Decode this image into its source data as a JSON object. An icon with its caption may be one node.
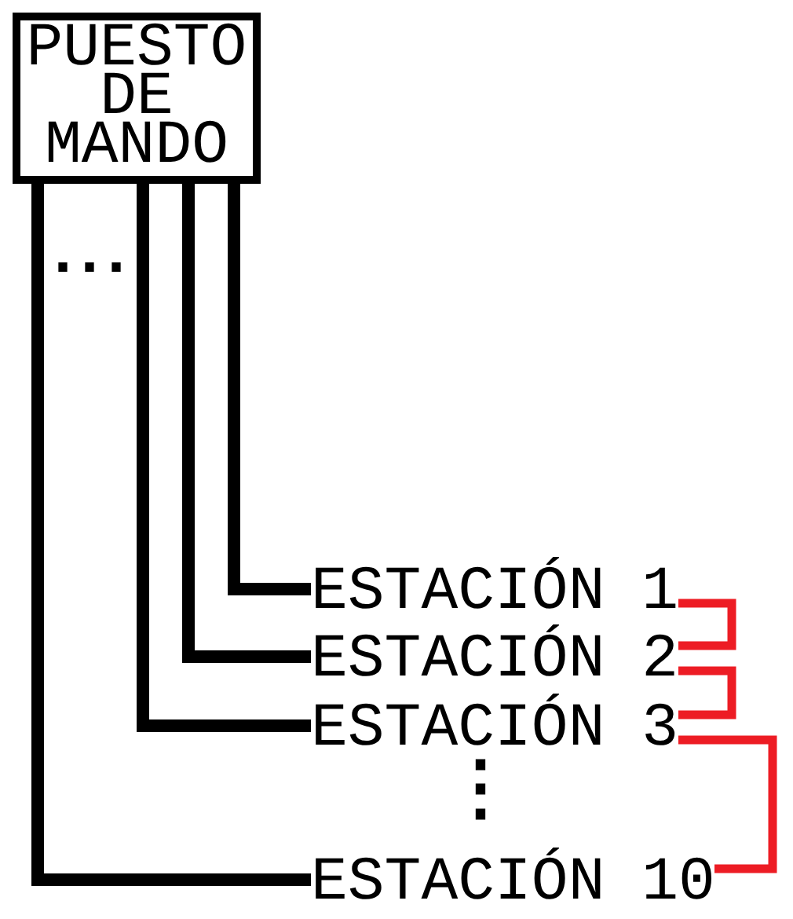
{
  "diagram": {
    "nodes": [
      {
        "text": [
          "PUESTO DE MANDO"
        ]
      },
      {
        "text": [
          "ESTACIÓN 1"
        ]
      },
      {
        "text": [
          "ESTACIÓN 2"
        ]
      },
      {
        "text": [
          "ESTACIÓN 3"
        ]
      },
      {
        "text": [
          "ESTACIÓN 10"
        ]
      }
    ],
    "edges": [
      {
        "from": 0,
        "to": 1,
        "arrow": "none"
      },
      {
        "from": 0,
        "to": 2,
        "arrow": "none"
      },
      {
        "from": 0,
        "to": 3,
        "arrow": "none"
      },
      {
        "from": 0,
        "to": 4,
        "arrow": "none"
      },
      {
        "from": 1,
        "to": 2,
        "arrow": "none",
        "color": "#ed1c24"
      },
      {
        "from": 2,
        "to": 3,
        "arrow": "none",
        "color": "#ed1c24"
      },
      {
        "from": 3,
        "to": 4,
        "arrow": "none",
        "color": "#ed1c24"
      }
    ],
    "labels": [
      "...",
      "⋮"
    ]
  }
}
